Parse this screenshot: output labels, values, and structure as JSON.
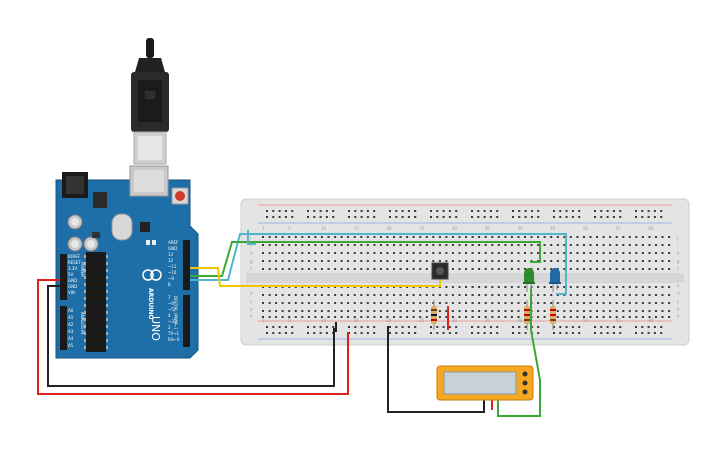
{
  "arduino": {
    "brand": "ARDUINO",
    "model": "UNO",
    "digital_label": "DIGITAL (PWM~)",
    "analog_label": "ANALOG IN",
    "power_label": "POWER",
    "header_pins_top": [
      "AREF",
      "GND",
      "13",
      "12",
      "~11",
      "~10",
      "~9",
      "8"
    ],
    "header_pins_bottom": [
      "7",
      "~6",
      "~5",
      "4",
      "~3",
      "2",
      "TX→1",
      "RX←0"
    ],
    "power_pins": [
      "IOREF",
      "RESET",
      "3.3V",
      "5V",
      "GND",
      "GND",
      "VIN"
    ],
    "analog_pins": [
      "A0",
      "A1",
      "A2",
      "A3",
      "A4",
      "A5"
    ]
  },
  "breadboard": {
    "column_numbers": [
      "1",
      "5",
      "10",
      "15",
      "20",
      "25",
      "30",
      "35",
      "40",
      "45",
      "50",
      "55",
      "60"
    ],
    "row_letters_top": [
      "j",
      "i",
      "h",
      "g",
      "f"
    ],
    "row_letters_bottom": [
      "e",
      "d",
      "c",
      "b",
      "a"
    ]
  },
  "components": {
    "pushbutton": "pushbutton",
    "led_green": "LED (green)",
    "led_blue": "LED (blue)",
    "multimeter": "multimeter"
  },
  "colors": {
    "board": "#1e6fa8",
    "wire_yellow": "#f2c500",
    "wire_cyan": "#4fb7c9",
    "wire_green": "#3aaa35",
    "wire_red": "#e0221c",
    "wire_black": "#222222",
    "multimeter_body": "#f6a821"
  }
}
